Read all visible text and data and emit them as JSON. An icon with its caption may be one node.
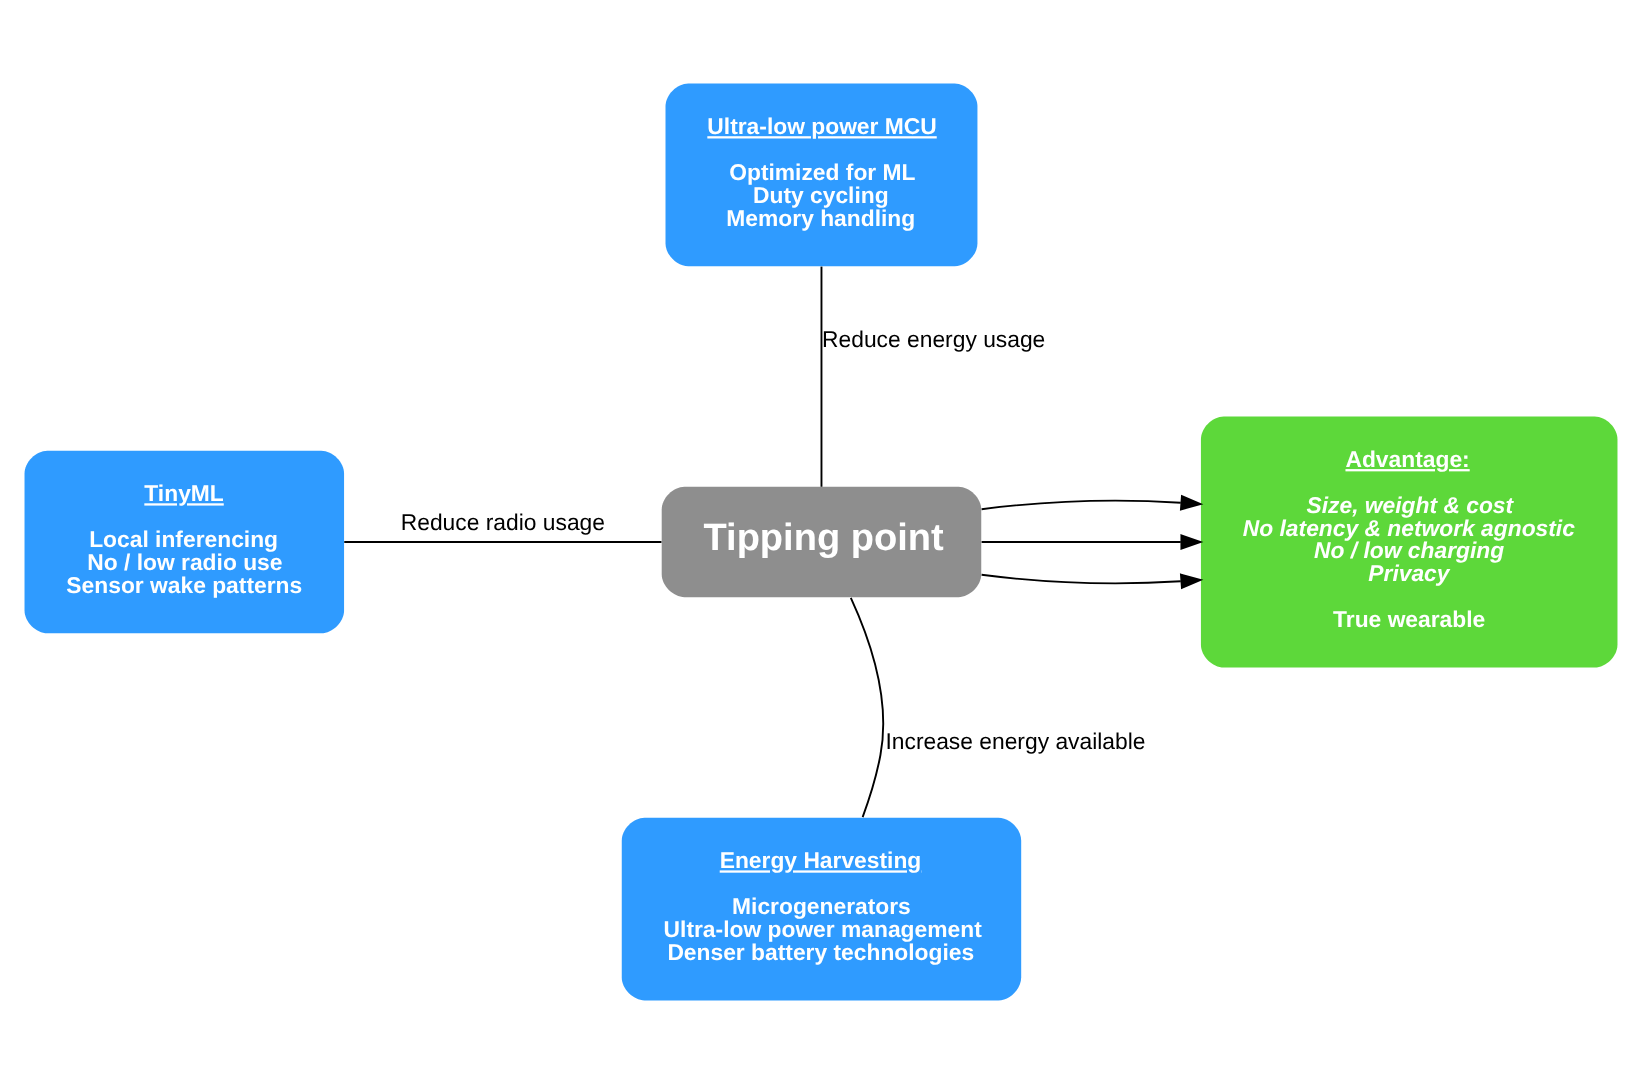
{
  "diagram": {
    "nodes": [
      {
        "text": [
          "Ultra-low power MCU",
          "Optimized for ML",
          "Duty cycling",
          "Memory handling"
        ]
      },
      {
        "text": [
          "TinyML",
          "Local inferencing",
          "No / low radio use",
          "Sensor wake patterns"
        ]
      },
      {
        "text": [
          "Tipping point"
        ]
      },
      {
        "text": [
          "Advantage:",
          "Size, weight & cost",
          "No latency & network agnostic",
          "No / low charging",
          "Privacy",
          "True wearable"
        ]
      },
      {
        "text": [
          "Energy Harvesting",
          "Microgenerators",
          "Ultra-low power management",
          "Denser battery technologies"
        ]
      }
    ],
    "edges": [
      {
        "from": 0,
        "to": 2,
        "arrow": "none",
        "label": "Reduce energy usage"
      },
      {
        "from": 1,
        "to": 2,
        "arrow": "none",
        "label": "Reduce radio usage"
      },
      {
        "from": 4,
        "to": 2,
        "arrow": "none",
        "label": "Increase energy available"
      },
      {
        "from": 2,
        "to": 3,
        "arrow": "to"
      },
      {
        "from": 2,
        "to": 3,
        "arrow": "to"
      },
      {
        "from": 2,
        "to": 3,
        "arrow": "to"
      }
    ]
  }
}
